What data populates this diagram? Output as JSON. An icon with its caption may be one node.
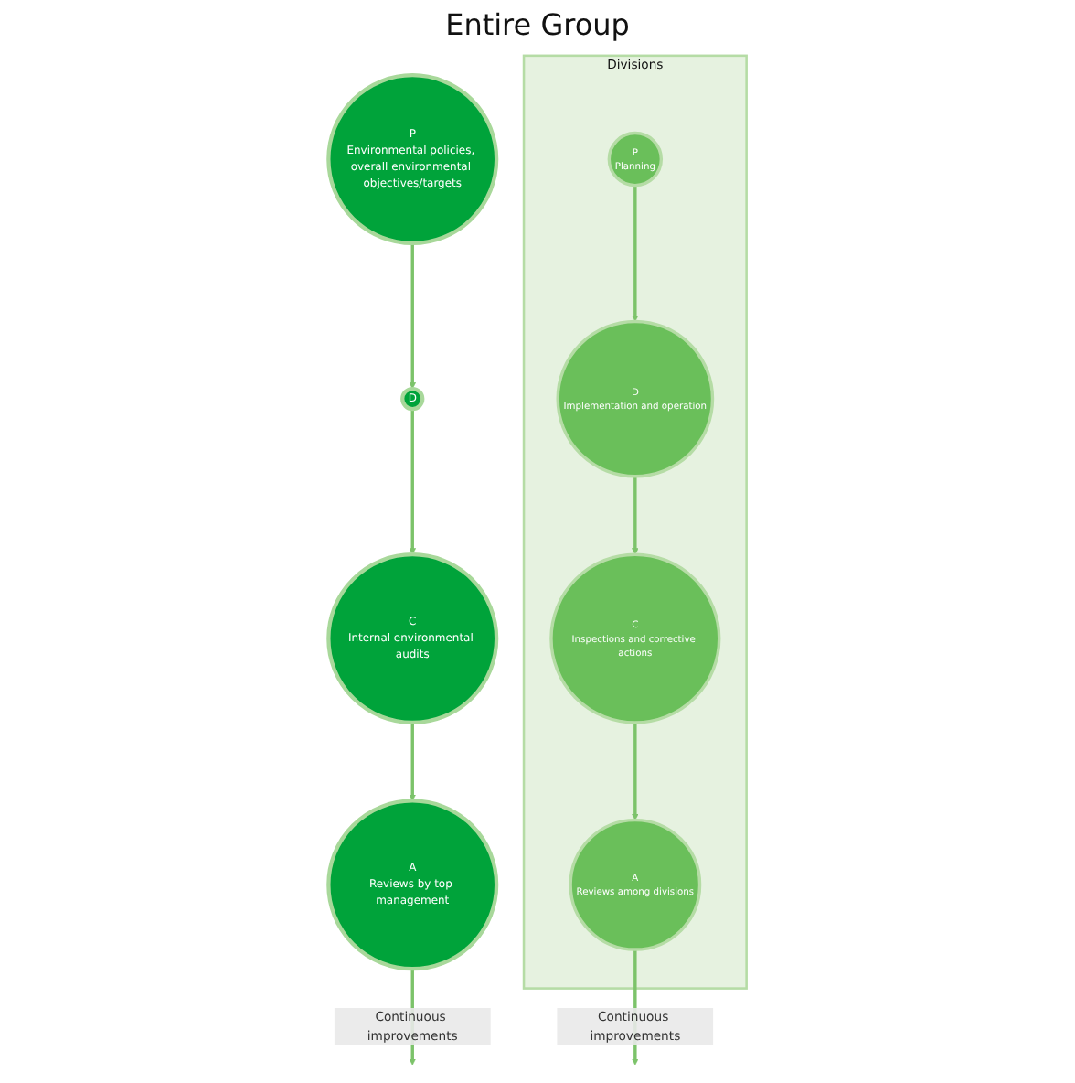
{
  "diagram": {
    "nodes": [
      {
        "text": [
          "A",
          "Reviews by top management"
        ]
      },
      {
        "text": [
          "P",
          "Environmental policies, overall environmental objectives/targets"
        ]
      },
      {
        "text": [
          "C",
          "Internal environmental audits"
        ]
      },
      {
        "text": [
          "Divisions"
        ]
      },
      {
        "text": [
          "D"
        ]
      },
      {
        "text": [
          "A",
          "Reviews among divisions"
        ],
        "in": 3
      },
      {
        "text": [
          "P",
          "Planning"
        ],
        "in": 3
      },
      {
        "text": [
          "C",
          "Inspections and corrective actions"
        ],
        "in": 3
      },
      {
        "text": [
          "D",
          "Implementation and operation"
        ],
        "in": 3
      }
    ],
    "edges": [
      {
        "from": 0,
        "to": null,
        "arrow": "to",
        "label": "Continuous improvements"
      },
      {
        "from": 1,
        "to": 4,
        "arrow": "to"
      },
      {
        "from": 4,
        "to": 2,
        "arrow": "to"
      },
      {
        "from": 2,
        "to": 0,
        "arrow": "to"
      },
      {
        "from": 5,
        "to": null,
        "arrow": "to",
        "label": "Continuous improvements"
      },
      {
        "from": 6,
        "to": 8,
        "arrow": "to"
      },
      {
        "from": 8,
        "to": 7,
        "arrow": "to"
      },
      {
        "from": 7,
        "to": 5,
        "arrow": "to"
      }
    ],
    "labels": [
      "Entire Group"
    ]
  }
}
